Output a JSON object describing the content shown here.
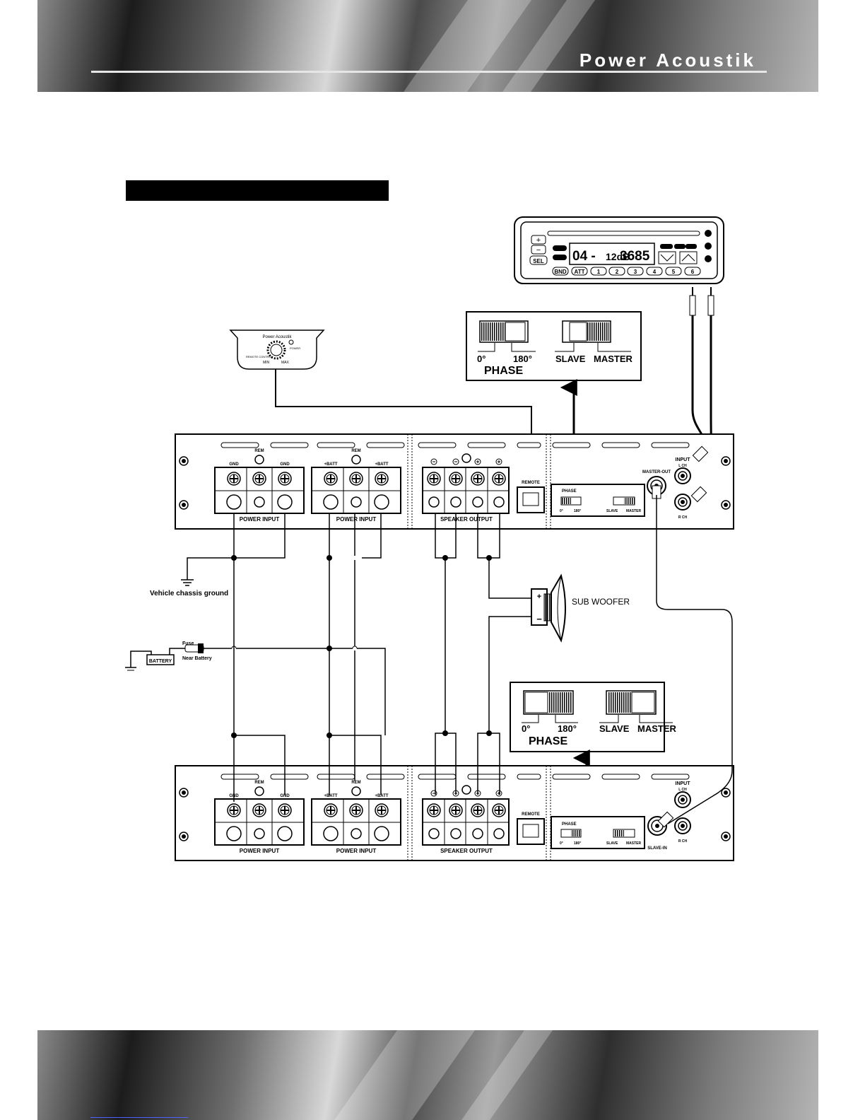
{
  "header": {
    "brand": "Power Acoustik"
  },
  "section_title": "",
  "head_unit": {
    "display_left": "04 -",
    "display_level": "12dB",
    "display_right": "3685",
    "buttons": [
      "+",
      "−",
      "SEL",
      "BND",
      "ATT",
      "1",
      "2",
      "3",
      "4",
      "5",
      "6"
    ]
  },
  "remote_control": {
    "brand": "Power Acoustik",
    "label": "REMOTE CONTROL",
    "power": "POWER",
    "min": "MIN",
    "max": "MAX"
  },
  "switch_panel_top": {
    "phase_0": "0°",
    "phase_180": "180°",
    "phase": "PHASE",
    "slave": "SLAVE",
    "master": "MASTER"
  },
  "switch_panel_bottom": {
    "phase_0": "0°",
    "phase_180": "180°",
    "phase": "PHASE",
    "slave": "SLAVE",
    "master": "MASTER"
  },
  "amp": {
    "gnd": "GND",
    "rem": "REM",
    "batt": "+BATT",
    "power_input": "POWER INPUT",
    "speaker_output": "SPEAKER OUTPUT",
    "remote": "REMOTE",
    "phase": "PHASE",
    "deg0": "0°",
    "deg180": "180°",
    "slave": "SLAVE",
    "master": "MASTER",
    "input": "INPUT",
    "lch": "L CH",
    "rch": "R CH",
    "master_out": "MASTER-OUT",
    "slave_in": "SLAVE-IN"
  },
  "labels": {
    "ground": "Vehicle chassis ground",
    "sub": "SUB WOOFER",
    "fuse": "Fuse",
    "near_battery": "Near Battery",
    "battery": "BATTERY"
  }
}
